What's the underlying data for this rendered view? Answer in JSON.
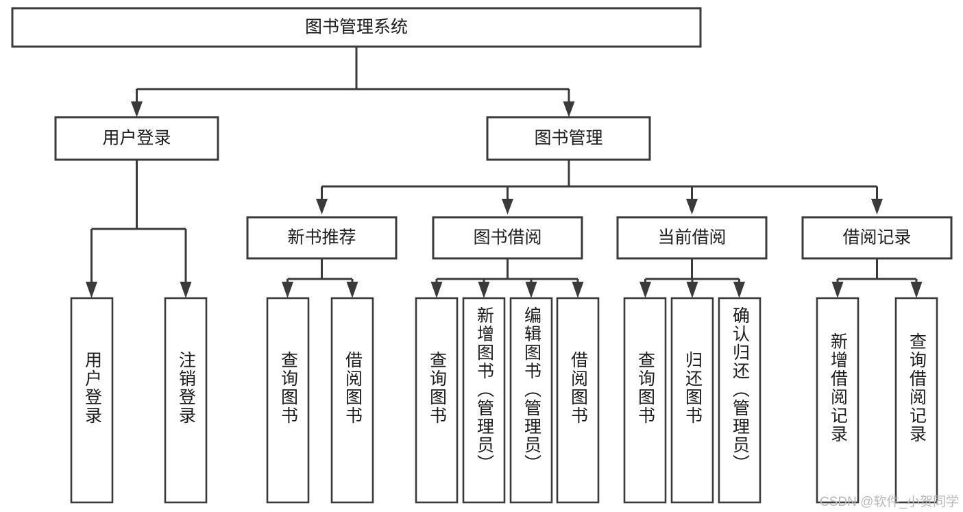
{
  "diagram": {
    "type": "hierarchy-tree",
    "title": "图书管理系统",
    "root": {
      "label": "图书管理系统"
    },
    "level2": [
      {
        "id": "user-login",
        "label": "用户登录"
      },
      {
        "id": "book-management",
        "label": "图书管理"
      }
    ],
    "level3": [
      {
        "id": "new-book-recommend",
        "label": "新书推荐",
        "parent": "book-management"
      },
      {
        "id": "book-borrow",
        "label": "图书借阅",
        "parent": "book-management"
      },
      {
        "id": "current-borrow",
        "label": "当前借阅",
        "parent": "book-management"
      },
      {
        "id": "borrow-record",
        "label": "借阅记录",
        "parent": "book-management"
      }
    ],
    "leaves": {
      "user-login": [
        {
          "id": "leaf-user-login",
          "label": "用户登录"
        },
        {
          "id": "leaf-user-logout",
          "label": "注销登录"
        }
      ],
      "new-book-recommend": [
        {
          "id": "leaf-query-book-1",
          "label": "查询图书"
        },
        {
          "id": "leaf-borrow-book-1",
          "label": "借阅图书"
        }
      ],
      "book-borrow": [
        {
          "id": "leaf-query-book-2",
          "label": "查询图书"
        },
        {
          "id": "leaf-add-book",
          "label": "新增图书（管理员）"
        },
        {
          "id": "leaf-edit-book",
          "label": "编辑图书（管理员）"
        },
        {
          "id": "leaf-borrow-book-2",
          "label": "借阅图书"
        }
      ],
      "current-borrow": [
        {
          "id": "leaf-query-book-3",
          "label": "查询图书"
        },
        {
          "id": "leaf-return-book",
          "label": "归还图书"
        },
        {
          "id": "leaf-confirm-return",
          "label": "确认归还（管理员）"
        }
      ],
      "borrow-record": [
        {
          "id": "leaf-add-record",
          "label": "新增借阅记录"
        },
        {
          "id": "leaf-query-record",
          "label": "查询借阅记录"
        }
      ]
    },
    "colors": {
      "box_fill": "#ffffff",
      "box_stroke": "#3a3a3a",
      "text": "#1d1d1d",
      "watermark": "#b9b9b9",
      "background": "#ffffff"
    }
  },
  "watermark": {
    "text": "CSDN @软件_小贺同学"
  }
}
